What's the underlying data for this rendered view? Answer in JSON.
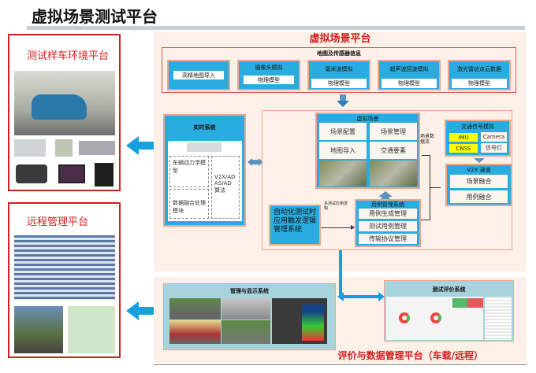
{
  "title": "虚拟场景测试平台",
  "left_top": {
    "title": "测试样车环境平台"
  },
  "left_bottom": {
    "title": "远程管理平台"
  },
  "virtual_platform": {
    "title": "虚拟场景平台",
    "sensor_info": {
      "title": "地图及传感器信息",
      "items": [
        {
          "name": "",
          "sub": "高精地图导入"
        },
        {
          "name": "摄像头模拟",
          "sub": "物理模型"
        },
        {
          "name": "毫米波模拟",
          "sub": "物理模型"
        },
        {
          "name": "超声波回波模拟",
          "sub": "物理模型"
        },
        {
          "name": "激光雷达点云数据",
          "sub": "物理模型"
        }
      ]
    },
    "realtime": {
      "title": "实时系统",
      "vehicle_dynamics": "车辆动力学模型",
      "data_fusion": "数据融合处理模块",
      "algo": "V2X/ADAS/AD算法"
    },
    "scene": {
      "title": "虚拟场景",
      "items": [
        "场景配置",
        "场景管理",
        "地图导入",
        "交通要素"
      ]
    },
    "scene_flow": "场景数据流",
    "automation": "自动化测试时应用触发逻辑管理系统",
    "multi_test": "多测试应用逻辑",
    "usecase": {
      "title": "用例管理系统",
      "items": [
        "用例生成管理",
        "测试用例管理",
        "传输协议管理"
      ]
    },
    "traffic": {
      "title": "交通信号模拟",
      "items": [
        "IMU",
        "Camera",
        "CNSS",
        "信号灯"
      ]
    },
    "v2x": {
      "title": "V2X 通道",
      "items": [
        "场景融合",
        "用例融合"
      ]
    }
  },
  "eval_platform": {
    "title": "评价与数据管理平台（车载/远程）",
    "display": "管理与显示系统",
    "eval": "测试评价系统"
  },
  "colors": {
    "accent": "#d21f1f",
    "blue": "#29ace0",
    "yellow": "#ffff00"
  }
}
